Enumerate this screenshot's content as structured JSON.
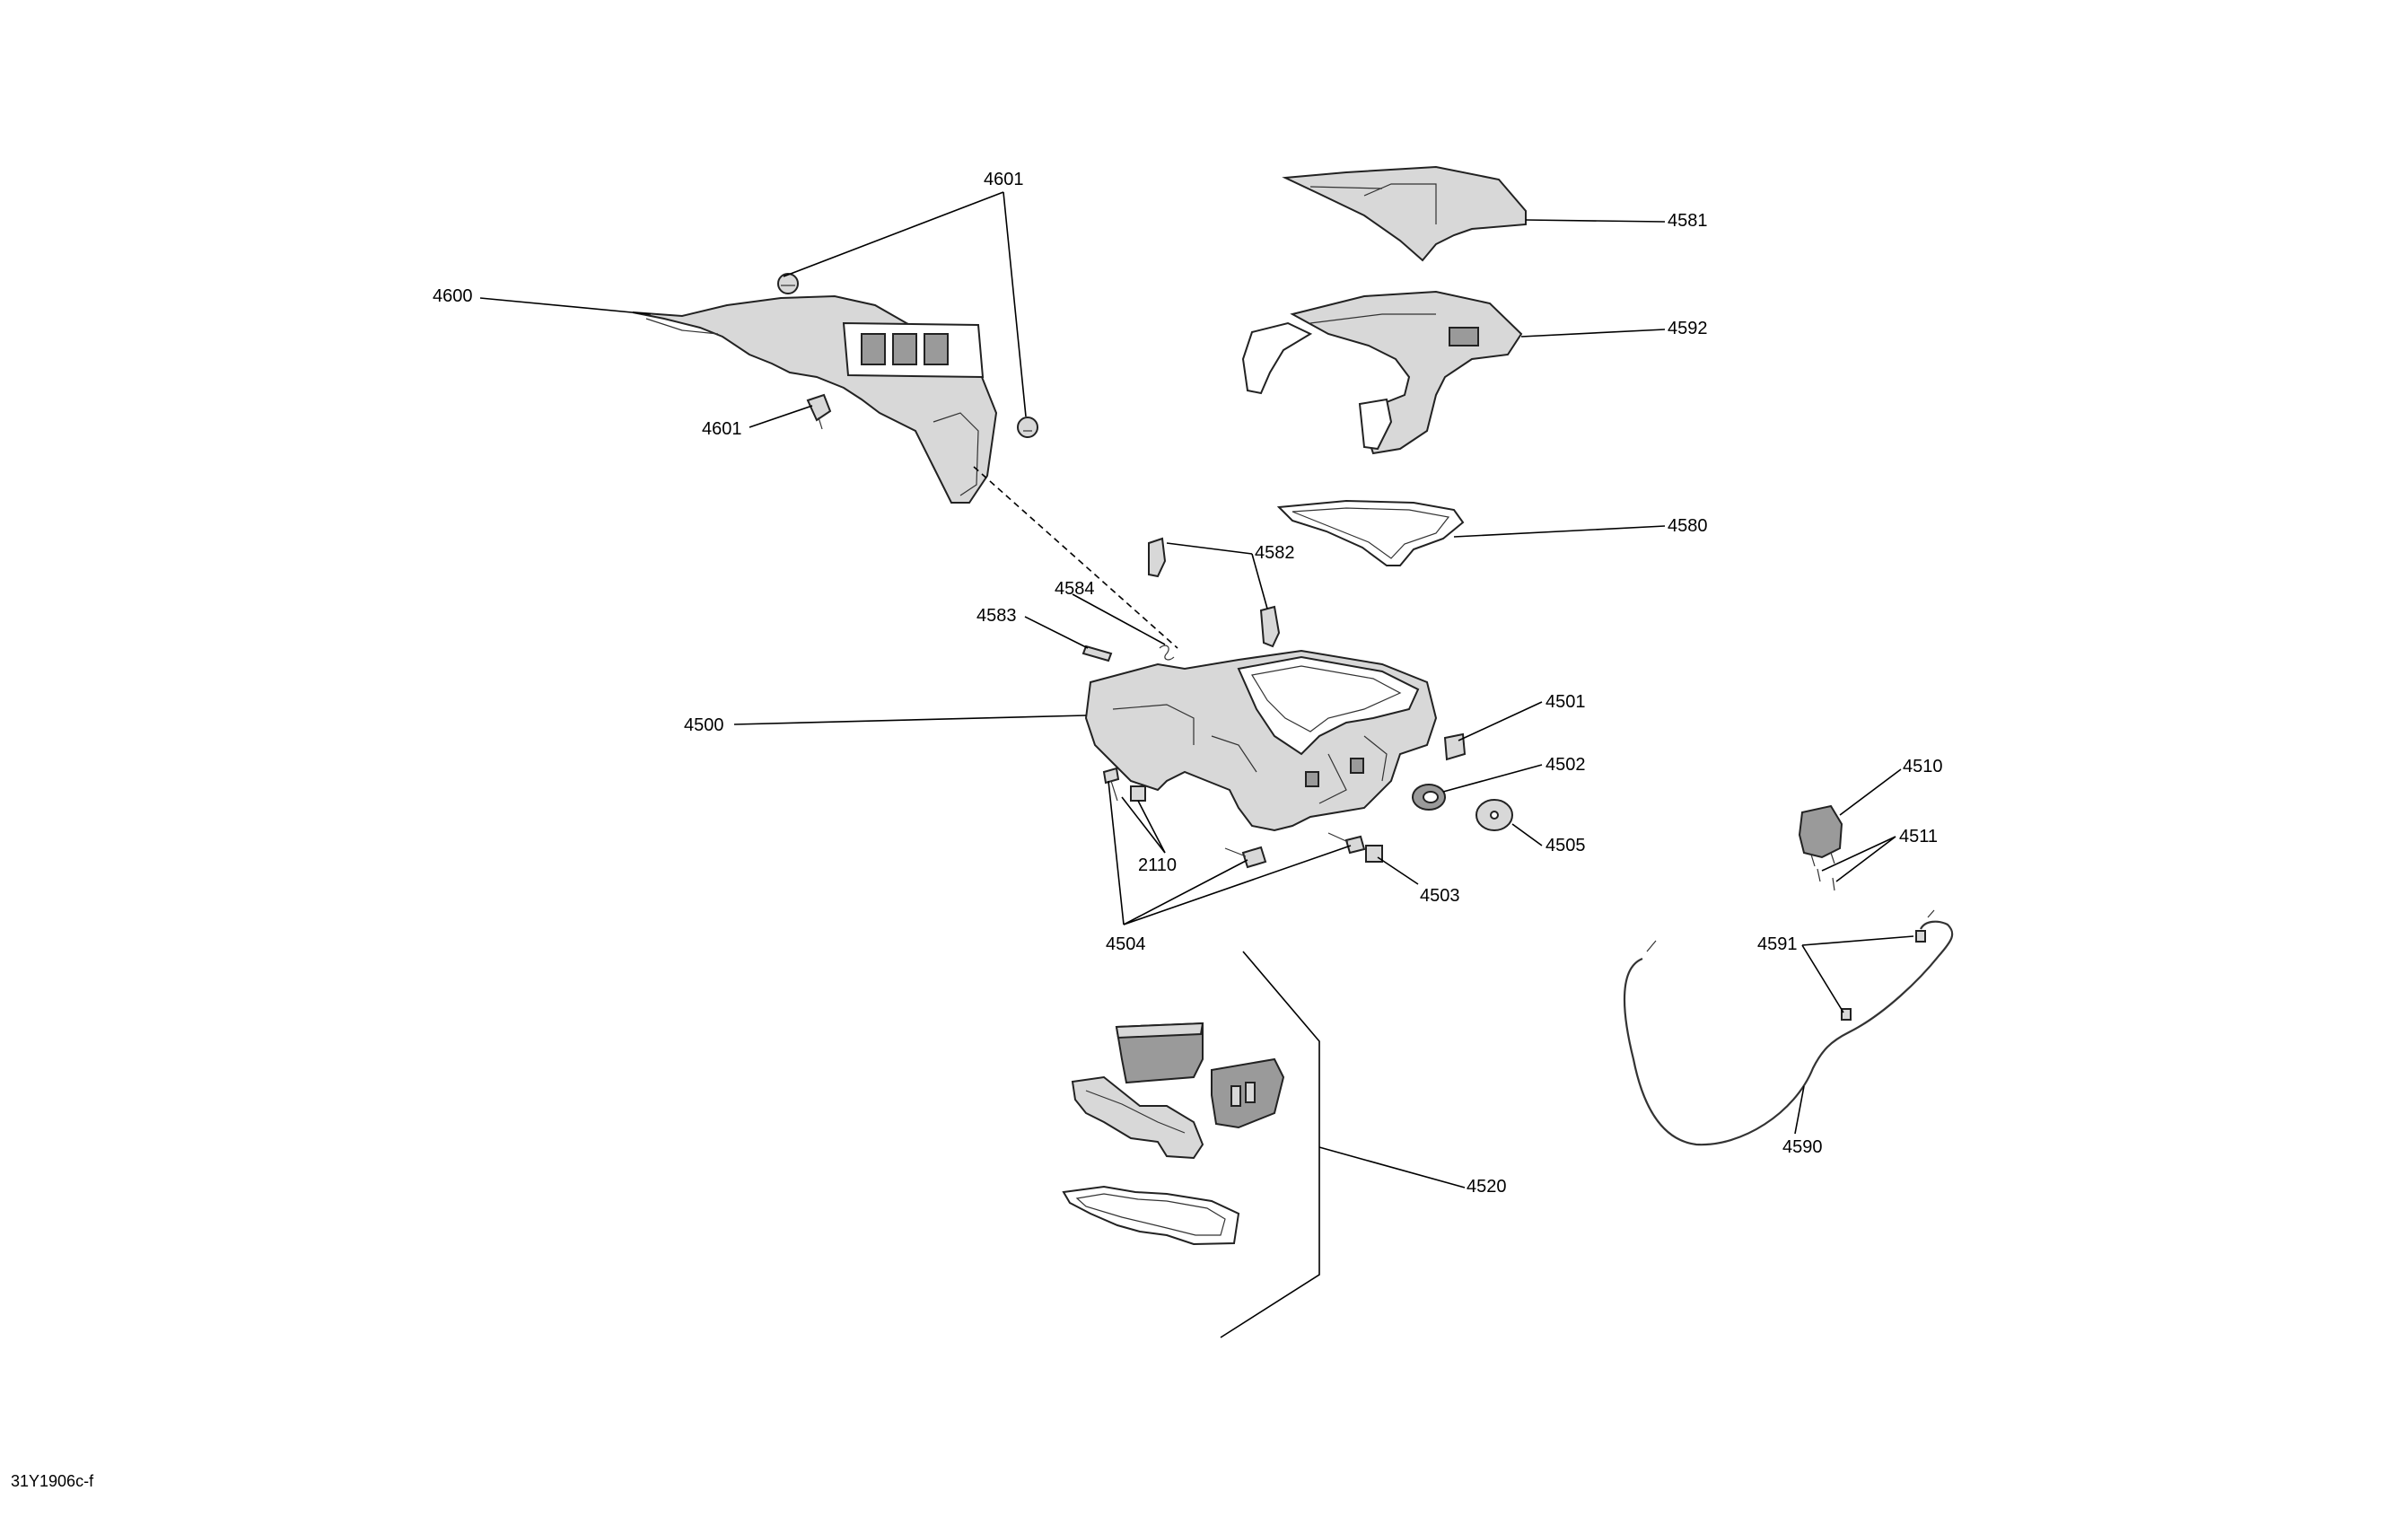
{
  "diagram": {
    "id": "31Y1906c-f",
    "callouts": [
      {
        "key": "c4601a",
        "text": "4601"
      },
      {
        "key": "c4600",
        "text": "4600"
      },
      {
        "key": "c4601b",
        "text": "4601"
      },
      {
        "key": "c4581",
        "text": "4581"
      },
      {
        "key": "c4592",
        "text": "4592"
      },
      {
        "key": "c4580",
        "text": "4580"
      },
      {
        "key": "c4582",
        "text": "4582"
      },
      {
        "key": "c4584",
        "text": "4584"
      },
      {
        "key": "c4583",
        "text": "4583"
      },
      {
        "key": "c4500",
        "text": "4500"
      },
      {
        "key": "c4501",
        "text": "4501"
      },
      {
        "key": "c4502",
        "text": "4502"
      },
      {
        "key": "c4505",
        "text": "4505"
      },
      {
        "key": "c4510",
        "text": "4510"
      },
      {
        "key": "c4511",
        "text": "4511"
      },
      {
        "key": "c2110",
        "text": "2110"
      },
      {
        "key": "c4503",
        "text": "4503"
      },
      {
        "key": "c4504",
        "text": "4504"
      },
      {
        "key": "c4591",
        "text": "4591"
      },
      {
        "key": "c4590",
        "text": "4590"
      },
      {
        "key": "c4520",
        "text": "4520"
      }
    ]
  }
}
